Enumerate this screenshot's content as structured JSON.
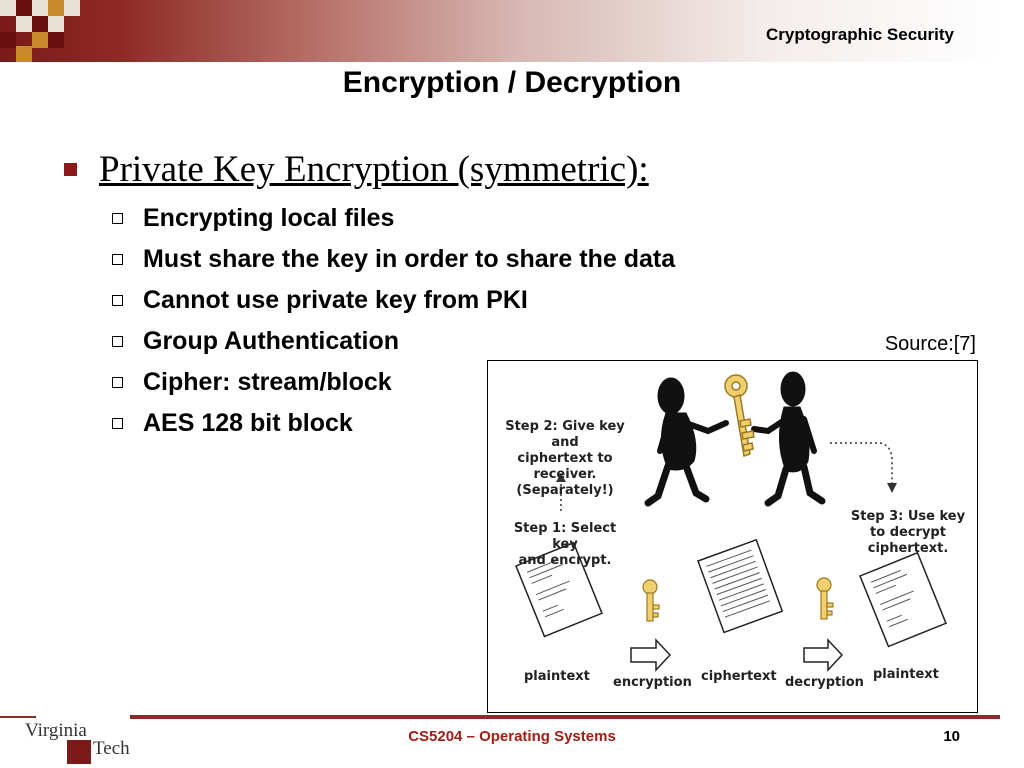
{
  "header": {
    "title": "Cryptographic Security"
  },
  "slide": {
    "title": "Encryption / Decryption",
    "main_bullet": "Private Key Encryption (symmetric):",
    "sub_bullets": [
      "Encrypting local files",
      "Must share the key in order to share the data",
      "Cannot use private key from PKI",
      "Group Authentication",
      "Cipher: stream/block",
      "AES 128 bit block"
    ],
    "source": "Source:[7]"
  },
  "figure": {
    "step2": "Step 2: Give key and\nciphertext to receiver.\n(Separately!)",
    "step1": "Step 1: Select key\nand encrypt.",
    "step3": "Step 3: Use key\nto decrypt\nciphertext.",
    "labels": {
      "plaintext_left": "plaintext",
      "encryption": "encryption",
      "ciphertext": "ciphertext",
      "decryption": "decryption",
      "plaintext_right": "plaintext"
    }
  },
  "footer": {
    "course": "CS5204 – Operating Systems",
    "page": "10",
    "logo_top": "Virginia",
    "logo_bottom": "Tech"
  },
  "colors": {
    "maroon": "#8b1a1a",
    "footer_text": "#a01e14",
    "key_gold": "#f2cf6e"
  }
}
